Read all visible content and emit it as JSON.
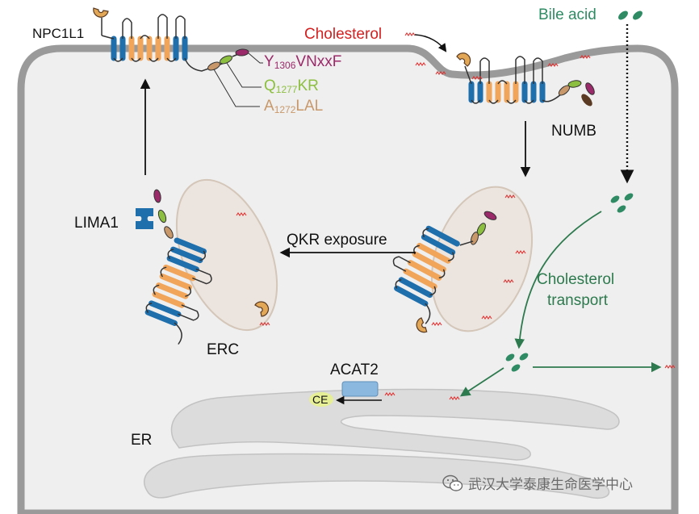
{
  "labels": {
    "npc1l1": "NPC1L1",
    "cholesterol": "Cholesterol",
    "bile_acid": "Bile acid",
    "motif_y": {
      "pre": "Y",
      "sub": "1306",
      "post": "VNxxF"
    },
    "motif_q": {
      "pre": "Q",
      "sub": "1277",
      "post": "KR"
    },
    "motif_a": {
      "pre": "A",
      "sub": "1272",
      "post": "LAL"
    },
    "numb": "NUMB",
    "lima1": "LIMA1",
    "qkr_exposure": "QKR exposure",
    "cholesterol_transport_1": "Cholesterol",
    "cholesterol_transport_2": "transport",
    "erc": "ERC",
    "acat2": "ACAT2",
    "ce": "CE",
    "er": "ER",
    "watermark": "武汉大学泰康生命医学中心"
  },
  "colors": {
    "tm_blue": "#1f6fad",
    "tm_orange": "#f0a55a",
    "ssd_tan": "#e3a857",
    "motif_purple": "#9b2a6a",
    "motif_green": "#8cbf3f",
    "motif_tan": "#c9986a",
    "lima1_blue": "#1f6fad",
    "numb_brown": "#5a3a22",
    "bile_green": "#2e8b64",
    "arrow_green": "#2d7a4e",
    "cholesterol_red": "#e03030",
    "membrane_gray": "#9a9a9a",
    "cell_fill": "#efefef",
    "erc_fill": "#ece5df",
    "er_fill": "#dcdcdc",
    "acat2_blue": "#8ab8df",
    "ce_yellow": "#e6ef95"
  },
  "icons": [
    "cholesterol-molecule-icon",
    "bile-acid-droplet-icon",
    "wechat-icon"
  ]
}
